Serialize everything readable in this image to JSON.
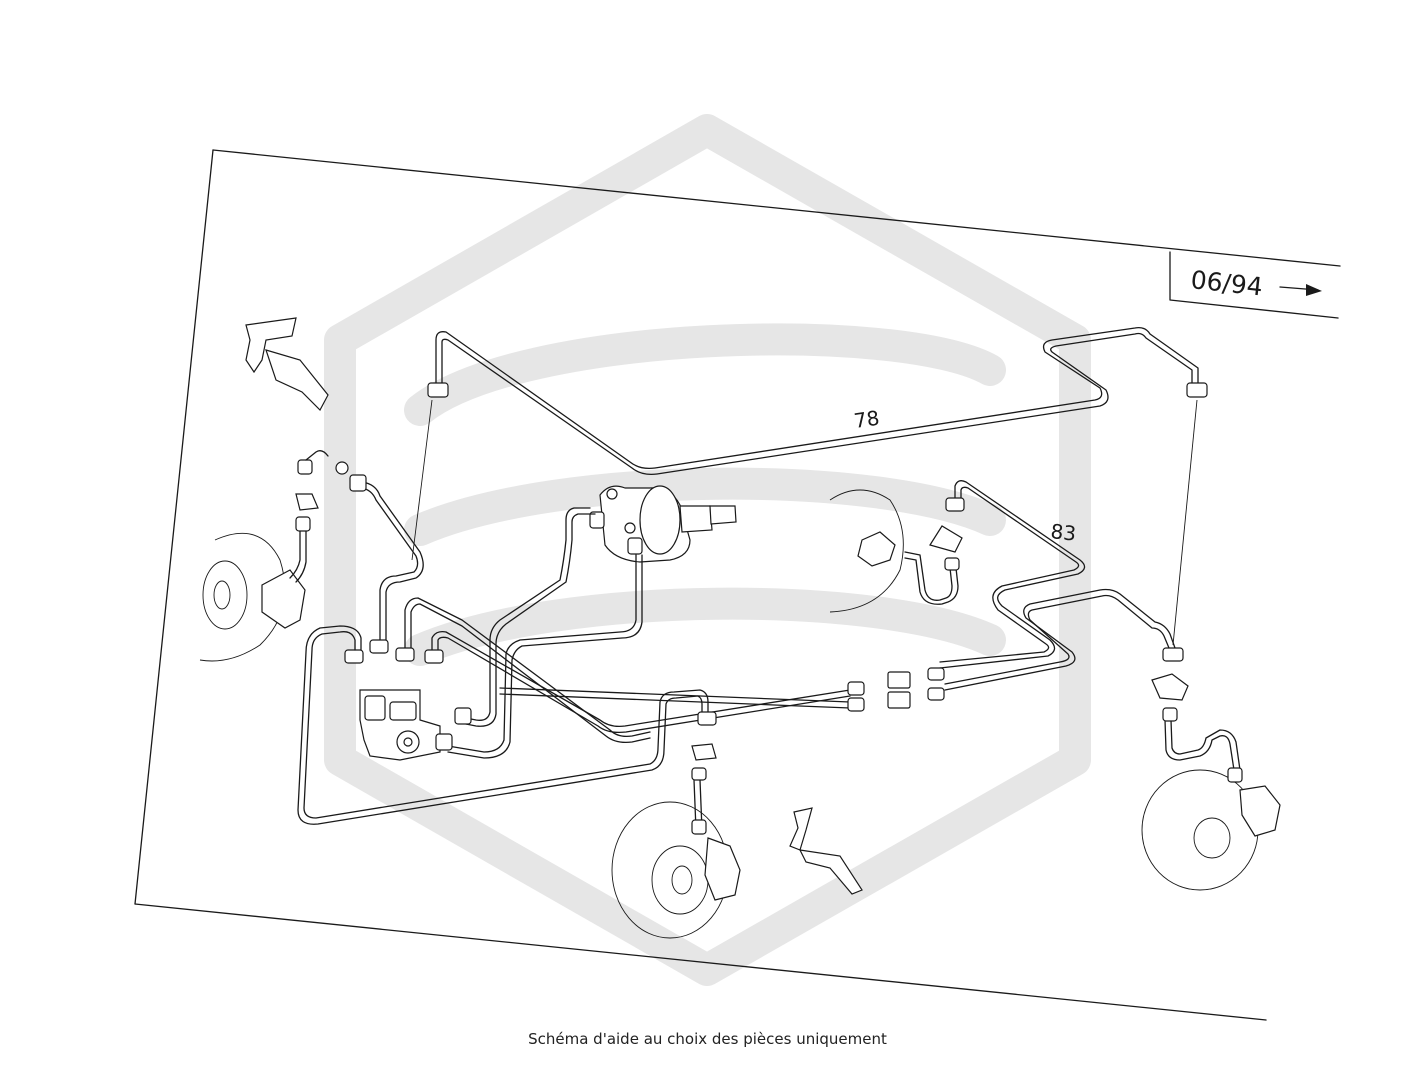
{
  "diagram": {
    "date_badge": "06/94",
    "part_labels": [
      {
        "id": "line-78",
        "text": "78"
      },
      {
        "id": "line-83",
        "text": "83"
      }
    ]
  },
  "caption": "Schéma d'aide au choix des pièces uniquement",
  "colors": {
    "ink": "#1a1a1a",
    "watermark": "#e6e6e6",
    "background": "#ffffff"
  }
}
